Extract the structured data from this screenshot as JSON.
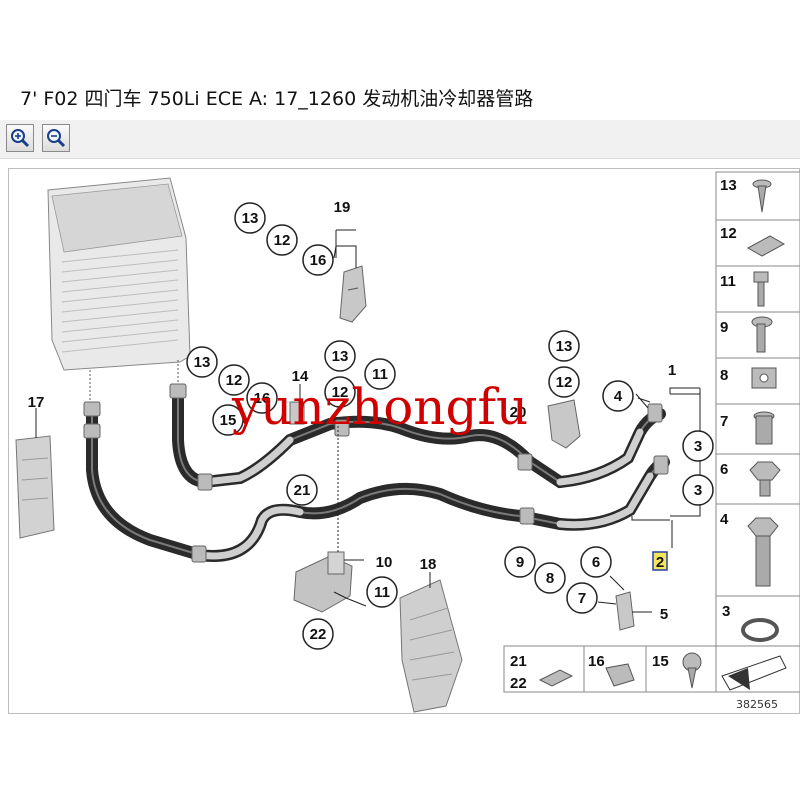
{
  "header": {
    "title": "7' F02 四门车 750Li ECE  A: 17_1260 发动机油冷却器管路"
  },
  "toolbar": {
    "zoom_in_icon": "zoom-in-icon",
    "zoom_out_icon": "zoom-out-icon"
  },
  "diagram": {
    "callouts": [
      "13",
      "12",
      "16",
      "19",
      "13",
      "12",
      "15",
      "16",
      "14",
      "13",
      "12",
      "11",
      "21",
      "20",
      "13",
      "12",
      "4",
      "1",
      "3",
      "3",
      "2",
      "9",
      "6",
      "8",
      "7",
      "5",
      "10",
      "11",
      "22",
      "17",
      "18"
    ]
  },
  "legend": {
    "items": [
      {
        "num": "13",
        "icon": "screw-icon"
      },
      {
        "num": "12",
        "icon": "clip-icon"
      },
      {
        "num": "11",
        "icon": "bolt-icon"
      },
      {
        "num": "9",
        "icon": "bolt-icon"
      },
      {
        "num": "8",
        "icon": "clamp-icon"
      },
      {
        "num": "7",
        "icon": "nut-icon"
      },
      {
        "num": "6",
        "icon": "hex-nut-icon"
      },
      {
        "num": "4",
        "icon": "hex-bolt-icon"
      },
      {
        "num": "3",
        "icon": "seal-ring-icon"
      }
    ],
    "bottom": [
      {
        "num": "21",
        "icon": "clip-icon"
      },
      {
        "num": "22",
        "icon": ""
      },
      {
        "num": "16",
        "icon": "holder-icon"
      },
      {
        "num": "15",
        "icon": "screw-icon"
      }
    ]
  },
  "footer": {
    "diagram_id": "382565"
  },
  "watermark": "yunzhongfu"
}
